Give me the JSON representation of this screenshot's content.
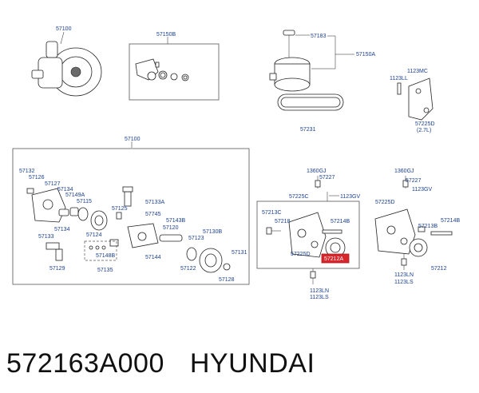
{
  "diagram": {
    "labels": {
      "l57100a": "57100",
      "l57150b": "57150B",
      "l57183": "57183",
      "l57150a": "57150A",
      "l57231": "57231",
      "l1123mc": "1123MC",
      "l1123ll": "1123LL",
      "l57225d_top": "57225D",
      "l27l": "(2.7L)",
      "l57100b": "57100",
      "l57132": "57132",
      "l57126": "57126",
      "l57127": "57127",
      "l57134a": "57134",
      "l57149a": "57149A",
      "l57115": "57115",
      "l57125": "57125",
      "l57133a": "57133A",
      "l57745": "57745",
      "l57143b": "57143B",
      "l57120": "57120",
      "l57123": "57123",
      "l57130b": "57130B",
      "l57134b": "57134",
      "l57124": "57124",
      "l57133": "57133",
      "l57148b": "57148B",
      "l57144": "57144",
      "l57131": "57131",
      "l57129": "57129",
      "l57135": "57135",
      "l57122": "57122",
      "l57128": "57128",
      "l1360gj_a": "1360GJ",
      "l57227_a": "57227",
      "l57225c": "57225C",
      "l1123gv_a": "1123GV",
      "l57213c": "57213C",
      "l57218": "57218",
      "l57214b_a": "57214B",
      "l57225d_a": "57225D",
      "l57212a": "57212A",
      "l1123ln_a": "1123LN",
      "l1123ls_a": "1123LS",
      "l1360gj_b": "1360GJ",
      "l57227_b": "57227",
      "l1123gv_b": "1123GV",
      "l57225d_b": "57225D",
      "l57213b": "57213B",
      "l57214b_b": "57214B",
      "l1123ln_b": "1123LN",
      "l1123ls_b": "1123LS",
      "l57212": "57212"
    }
  },
  "caption": {
    "part_number": "572163A000",
    "brand": "HYUNDAI"
  },
  "colors": {
    "label": "#1a3f8f",
    "highlight": "#d8262c"
  }
}
